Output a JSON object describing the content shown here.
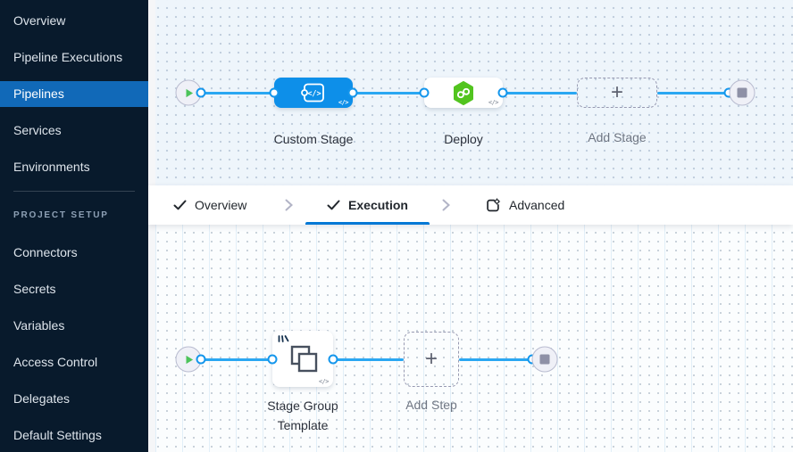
{
  "sidebar": {
    "nav_items": [
      "Overview",
      "Pipeline Executions",
      "Pipelines",
      "Services",
      "Environments"
    ],
    "active_item": "Pipelines",
    "section_label": "PROJECT SETUP",
    "setup_items": [
      "Connectors",
      "Secrets",
      "Variables",
      "Access Control",
      "Delegates",
      "Default Settings"
    ]
  },
  "stage_pipeline": {
    "custom_stage_label": "Custom Stage",
    "deploy_label": "Deploy",
    "add_stage_label": "Add Stage"
  },
  "tab_bar": {
    "tabs": [
      {
        "label": "Overview"
      },
      {
        "label": "Execution"
      },
      {
        "label": "Advanced"
      }
    ],
    "active_tab": "Execution"
  },
  "execution_pipeline": {
    "stage_group_template_label": "Stage Group Template",
    "add_step_label": "Add Step"
  },
  "glyphs": {
    "plus": "+",
    "code_badge": "</>"
  },
  "colors": {
    "sidebar_bg": "#081a2c",
    "active_nav_bg": "#1169b8",
    "node_blue": "#0d8fe9",
    "flow_line_blue": "#2aa7f2",
    "deploy_green": "#52c41f",
    "tab_underline_blue": "#0278d5",
    "canvas_top_bg": "#eef5fb",
    "canvas_bottom_bg": "#fbfdfe"
  }
}
